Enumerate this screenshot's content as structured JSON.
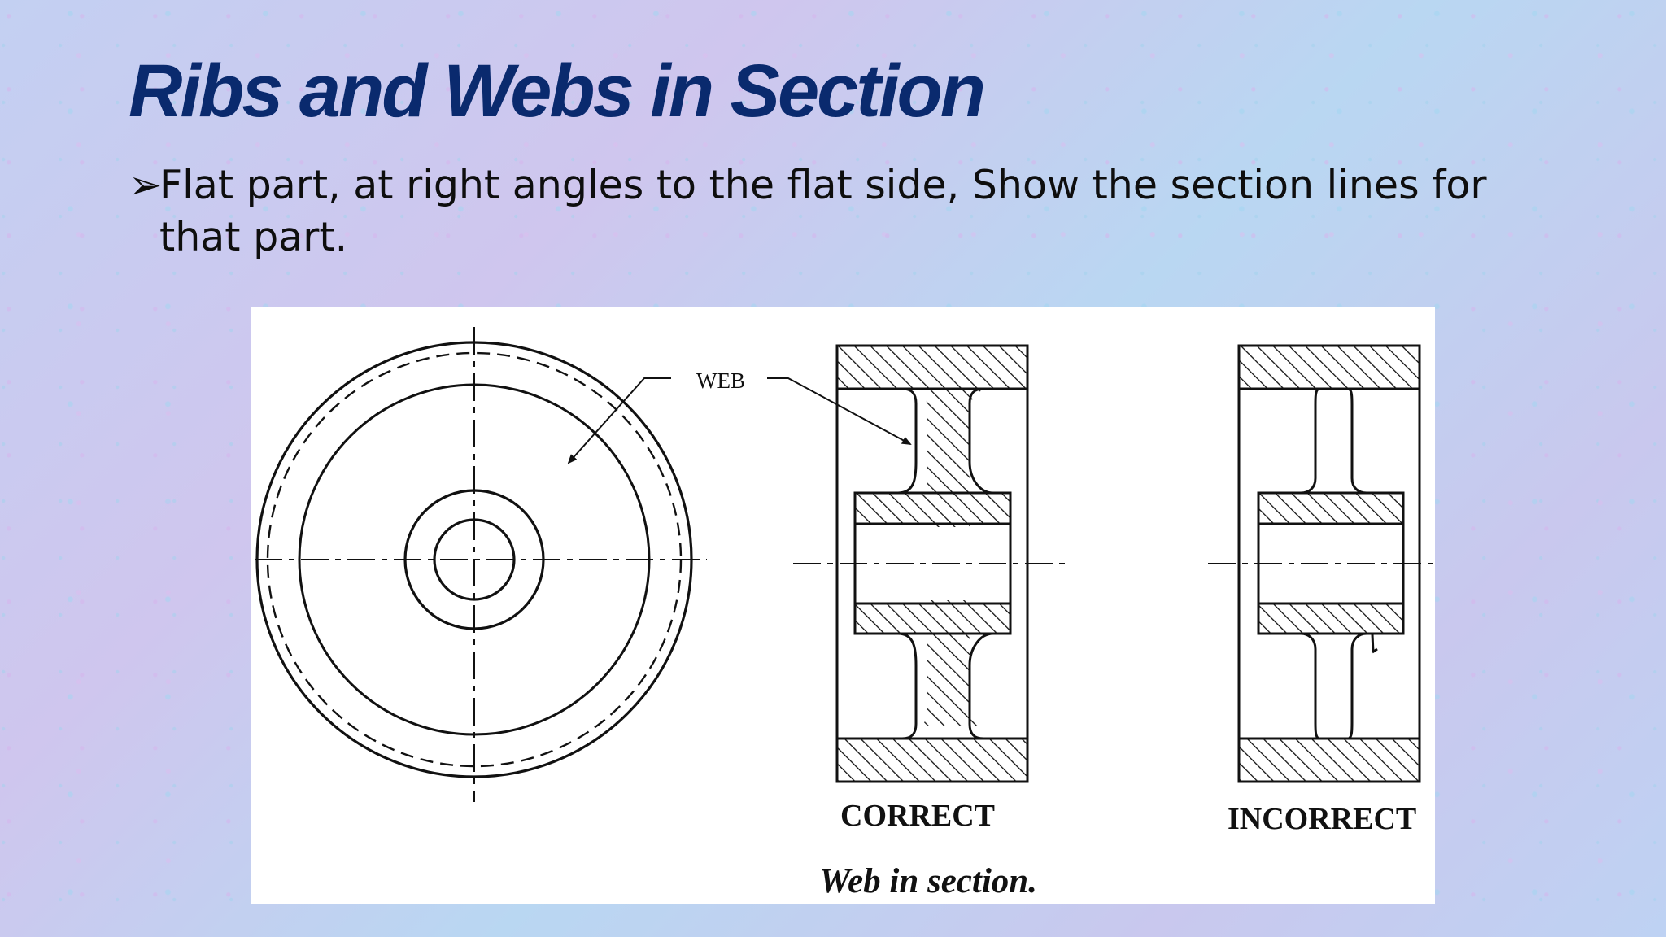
{
  "slide": {
    "title": "Ribs and Webs in Section",
    "bullet": {
      "marker": "➢",
      "line1": "Flat part, at right angles to the flat side, Show the section lines for",
      "line2": "that part."
    }
  },
  "figure": {
    "label_web": "WEB",
    "label_correct": "CORRECT",
    "label_incorrect": "INCORRECT",
    "caption": "Web in section."
  },
  "colors": {
    "title": "#0a2a6e",
    "text": "#0e0e0e",
    "drawing_stroke": "#111111",
    "figure_background": "#ffffff"
  }
}
